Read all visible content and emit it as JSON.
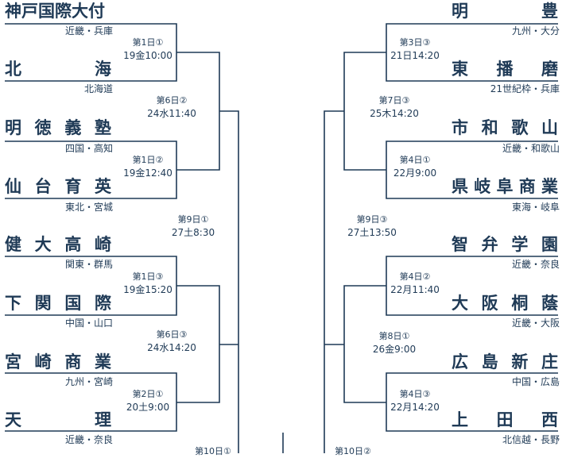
{
  "left_schools": [
    {
      "name": "神戸国際大付",
      "region": "近畿・兵庫"
    },
    {
      "name": "北海",
      "region": "北海道"
    },
    {
      "name": "明徳義塾",
      "region": "四国・高知"
    },
    {
      "name": "仙台育英",
      "region": "東北・宮城"
    },
    {
      "name": "健大高崎",
      "region": "関東・群馬"
    },
    {
      "name": "下関国際",
      "region": "中国・山口"
    },
    {
      "name": "宮崎商業",
      "region": "九州・宮崎"
    },
    {
      "name": "天理",
      "region": "近畿・奈良"
    }
  ],
  "right_schools": [
    {
      "name": "明豊",
      "region": "九州・大分"
    },
    {
      "name": "東播磨",
      "region": "21世紀枠・兵庫"
    },
    {
      "name": "市和歌山",
      "region": "近畿・和歌山"
    },
    {
      "name": "県岐阜商業",
      "region": "東海・岐阜"
    },
    {
      "name": "智弁学園",
      "region": "近畿・奈良"
    },
    {
      "name": "大阪桐蔭",
      "region": "近畿・大阪"
    },
    {
      "name": "広島新庄",
      "region": "中国・広島"
    },
    {
      "name": "上田西",
      "region": "北信越・長野"
    }
  ],
  "games": {
    "g_l1": {
      "day": "第1日①",
      "time": "19金10:00"
    },
    "g_l2": {
      "day": "第1日②",
      "time": "19金12:40"
    },
    "g_l3": {
      "day": "第1日③",
      "time": "19金15:20"
    },
    "g_l4": {
      "day": "第2日①",
      "time": "20土9:00"
    },
    "g_l5": {
      "day": "第6日②",
      "time": "24水11:40"
    },
    "g_l6": {
      "day": "第6日③",
      "time": "24水14:20"
    },
    "g_l7": {
      "day": "第9日①",
      "time": "27土8:30"
    },
    "g_l8": {
      "day": "第10日①",
      "time": ""
    },
    "g_r1": {
      "day": "第3日③",
      "time": "21日14:20"
    },
    "g_r2": {
      "day": "第4日①",
      "time": "22月9:00"
    },
    "g_r3": {
      "day": "第4日②",
      "time": "22月11:40"
    },
    "g_r4": {
      "day": "第4日③",
      "time": "22月14:20"
    },
    "g_r5": {
      "day": "第7日③",
      "time": "25木14:20"
    },
    "g_r6": {
      "day": "第8日①",
      "time": "26金9:00"
    },
    "g_r7": {
      "day": "第9日③",
      "time": "27土13:50"
    },
    "g_r8": {
      "day": "第10日②",
      "time": ""
    }
  },
  "colors": {
    "line": "#1f3a56",
    "text": "#1f3a56"
  }
}
